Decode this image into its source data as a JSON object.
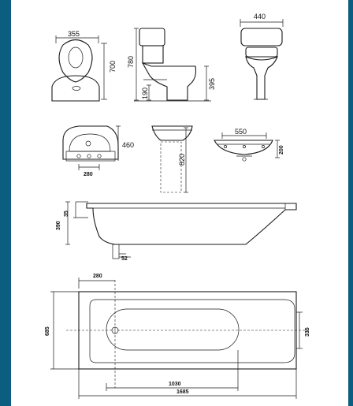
{
  "dimensions": {
    "toilet_top_width": "355",
    "toilet_top_depth": "700",
    "toilet_side_height": "780",
    "toilet_side_seat": "395",
    "toilet_side_outlet": "190",
    "toilet_front_width": "440",
    "basin_depth": "460",
    "basin_tap_spacing": "280",
    "pedestal_height": "820",
    "basin_front_width": "550",
    "basin_front_depth": "200",
    "bath_side_height": "390",
    "bath_side_rim": "35",
    "bath_waste": "52",
    "bath_plan_waste_offset": "280",
    "bath_plan_width": "685",
    "bath_plan_inner_width": "335",
    "bath_plan_inner_length": "1030",
    "bath_plan_length": "1685"
  }
}
